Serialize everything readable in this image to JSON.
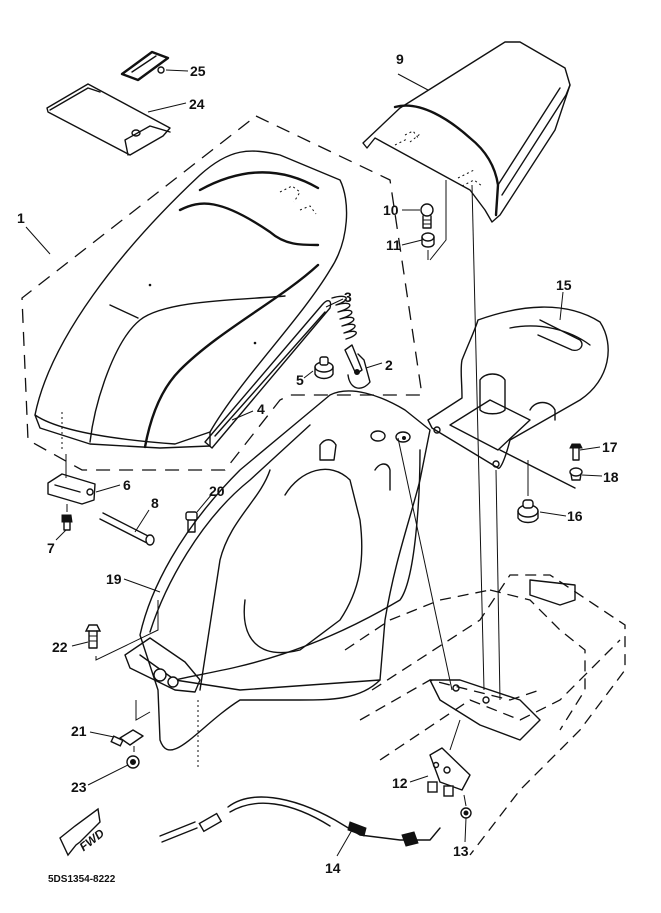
{
  "diagram": {
    "type": "exploded-parts-diagram",
    "diagram_code": "5DS1354-8222",
    "direction_marker": "FWD",
    "callouts": [
      {
        "id": "1",
        "part": "seat-assembly"
      },
      {
        "id": "2",
        "part": "seat-lock-holder"
      },
      {
        "id": "3",
        "part": "spring"
      },
      {
        "id": "4",
        "part": "seat-trim-strip"
      },
      {
        "id": "5",
        "part": "damper"
      },
      {
        "id": "6",
        "part": "hinge-bracket"
      },
      {
        "id": "7",
        "part": "bolt"
      },
      {
        "id": "8",
        "part": "hinge-pin"
      },
      {
        "id": "9",
        "part": "rear-seat-cowl"
      },
      {
        "id": "10",
        "part": "bolt"
      },
      {
        "id": "11",
        "part": "grommet"
      },
      {
        "id": "12",
        "part": "seat-lock-assembly"
      },
      {
        "id": "13",
        "part": "nut"
      },
      {
        "id": "14",
        "part": "seat-lock-cable"
      },
      {
        "id": "15",
        "part": "seat-base-bracket"
      },
      {
        "id": "16",
        "part": "damper"
      },
      {
        "id": "17",
        "part": "bolt"
      },
      {
        "id": "18",
        "part": "collar"
      },
      {
        "id": "19",
        "part": "storage-box"
      },
      {
        "id": "20",
        "part": "bolt"
      },
      {
        "id": "21",
        "part": "clip"
      },
      {
        "id": "22",
        "part": "bolt"
      },
      {
        "id": "23",
        "part": "nut"
      },
      {
        "id": "24",
        "part": "tool-tray-cover"
      },
      {
        "id": "25",
        "part": "band"
      }
    ]
  }
}
